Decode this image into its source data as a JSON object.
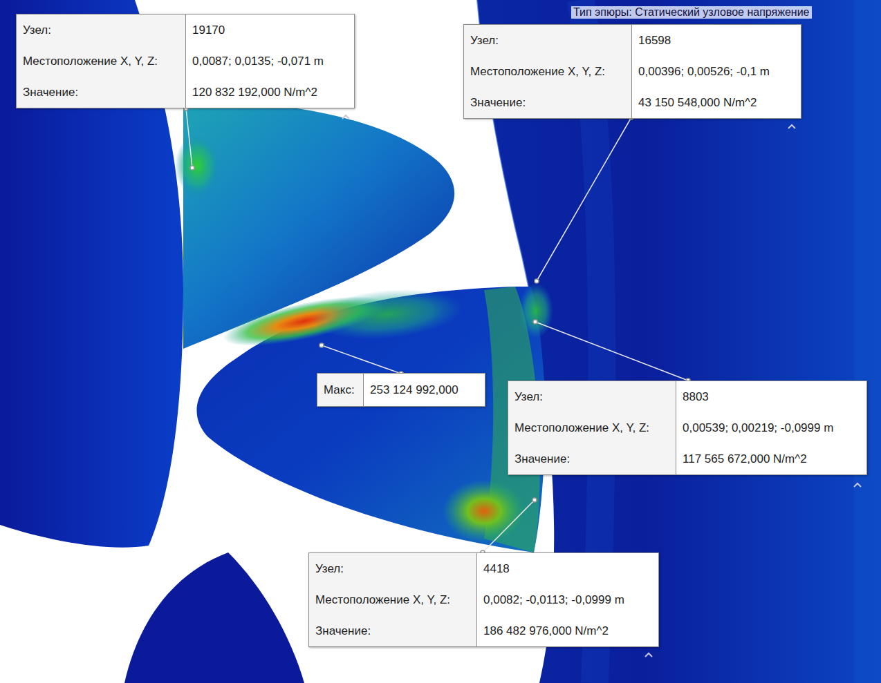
{
  "diagram": {
    "nodes": [
      {
        "text": [
          "Узел:",
          "19170",
          "Местоположение X, Y, Z:",
          "0,0087; 0,0135; -0,071 m",
          "Значение:",
          "120 832 192,000 N/m^2"
        ]
      },
      {
        "text": [
          "Узел:",
          "16598",
          "Местоположение X, Y, Z:",
          "0,00396; 0,00526; -0,1 m",
          "Значение:",
          "43 150 548,000 N/m^2"
        ]
      },
      {
        "text": [
          "Макс:",
          "253 124 992,000"
        ]
      },
      {
        "text": [
          "Узел:",
          "8803",
          "Местоположение X, Y, Z:",
          "0,00539; 0,00219; -0,0999 m",
          "Значение:",
          "117 565 672,000 N/m^2"
        ]
      },
      {
        "text": [
          "Узел:",
          "4418",
          "Местоположение X, Y, Z:",
          "0,0082; -0,0113; -0,0999 m",
          "Значение:",
          "186 482 976,000 N/m^2"
        ]
      }
    ],
    "labels": [
      "Тип эпюры: Статический узловое напряжение"
    ]
  }
}
